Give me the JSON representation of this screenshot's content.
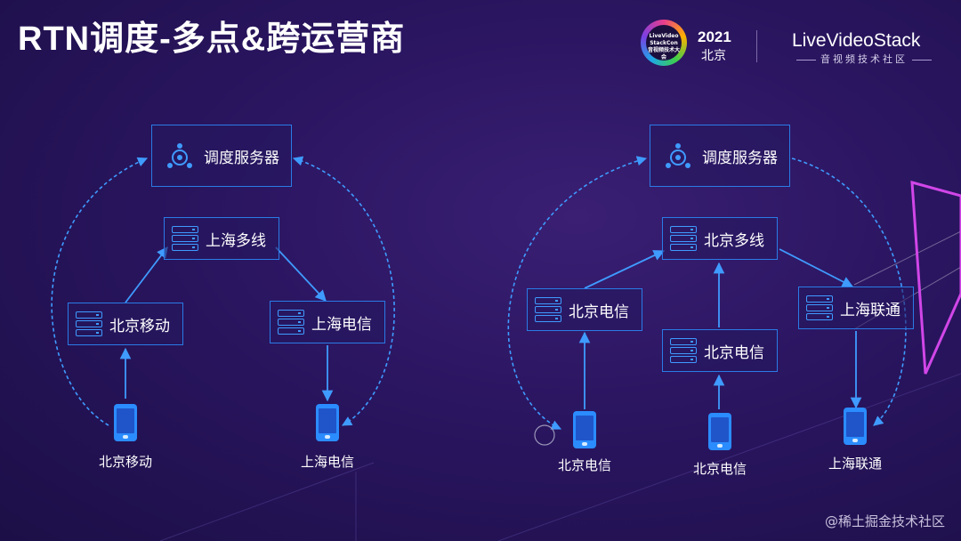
{
  "slide": {
    "title": "RTN调度-多点&跨运营商"
  },
  "logo": {
    "badge_line1": "LiveVideo",
    "badge_line2": "StackCon",
    "badge_line3": "音视频技术大会",
    "year": "2021",
    "city": "北京",
    "brand": "LiveVideoStack",
    "brand_sub": "音视频技术社区"
  },
  "left_diagram": {
    "scheduler": "调度服务器",
    "nodes": [
      "上海多线",
      "北京移动",
      "上海电信"
    ],
    "phones": [
      "北京移动",
      "上海电信"
    ]
  },
  "right_diagram": {
    "scheduler": "调度服务器",
    "nodes": [
      "北京多线",
      "北京电信",
      "北京电信",
      "上海联通"
    ],
    "phones": [
      "北京电信",
      "北京电信",
      "上海联通"
    ]
  },
  "watermark": "@稀土掘金技术社区",
  "colors": {
    "accent": "#2a7be6",
    "background": "#2a1560",
    "phone": "#2b8cff"
  }
}
